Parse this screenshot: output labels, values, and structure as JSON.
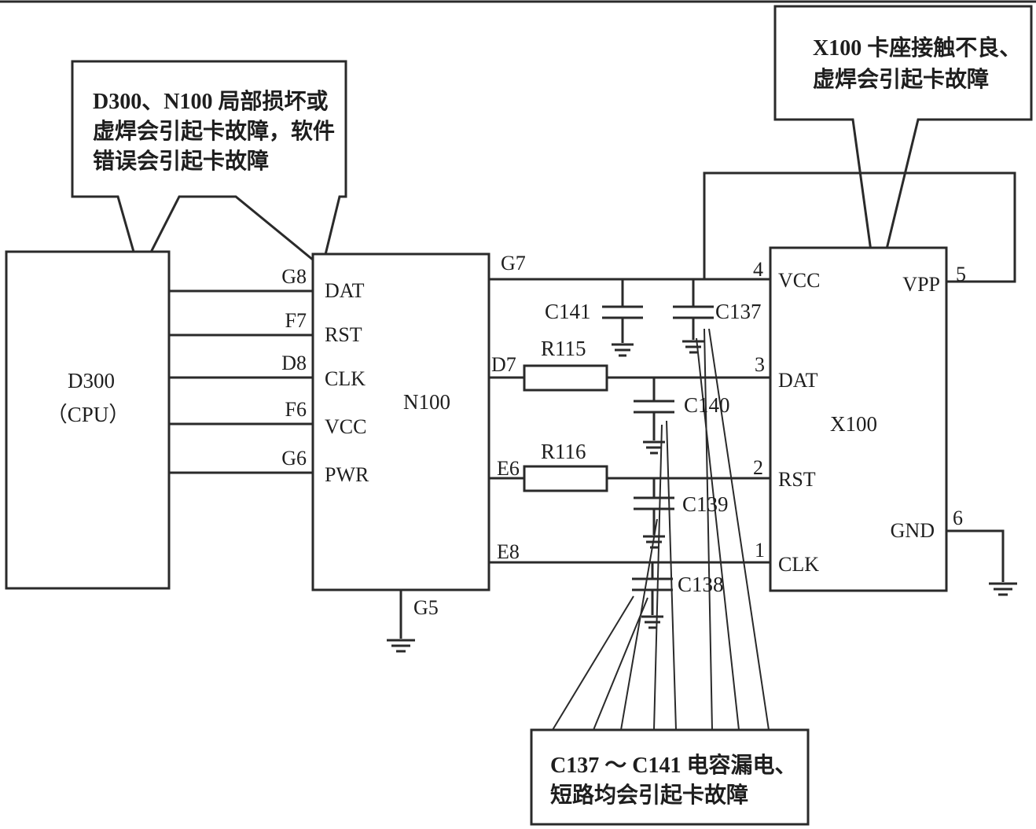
{
  "chips": {
    "d300": {
      "name": "D300",
      "sub": "（CPU）"
    },
    "n100": {
      "name": "N100",
      "pins_left": [
        "DAT",
        "RST",
        "CLK",
        "VCC",
        "PWR"
      ],
      "ground_pin": "G5"
    },
    "x100": {
      "name": "X100",
      "pins_left": [
        "VCC",
        "DAT",
        "RST",
        "CLK"
      ],
      "pins_right": [
        "VPP",
        "GND"
      ]
    }
  },
  "d300_pins": [
    "G8",
    "F7",
    "D8",
    "F6",
    "G6"
  ],
  "n100_right_pins": [
    "G7",
    "D7",
    "E6",
    "E8"
  ],
  "x100_pin_numbers": {
    "vcc": "4",
    "dat": "3",
    "rst": "2",
    "clk": "1",
    "vpp": "5",
    "gnd": "6"
  },
  "components": {
    "resistors": [
      "R115",
      "R116"
    ],
    "capacitors": [
      "C141",
      "C137",
      "C140",
      "C139",
      "C138"
    ]
  },
  "notes": {
    "left": [
      "D300、N100 局部损坏或",
      "虚焊会引起卡故障，软件",
      "错误会引起卡故障"
    ],
    "right": [
      "X100 卡座接触不良、",
      "虚焊会引起卡故障"
    ],
    "bottom": [
      "C137 ～ C141 电容漏电、",
      "短路均会引起卡故障"
    ]
  }
}
